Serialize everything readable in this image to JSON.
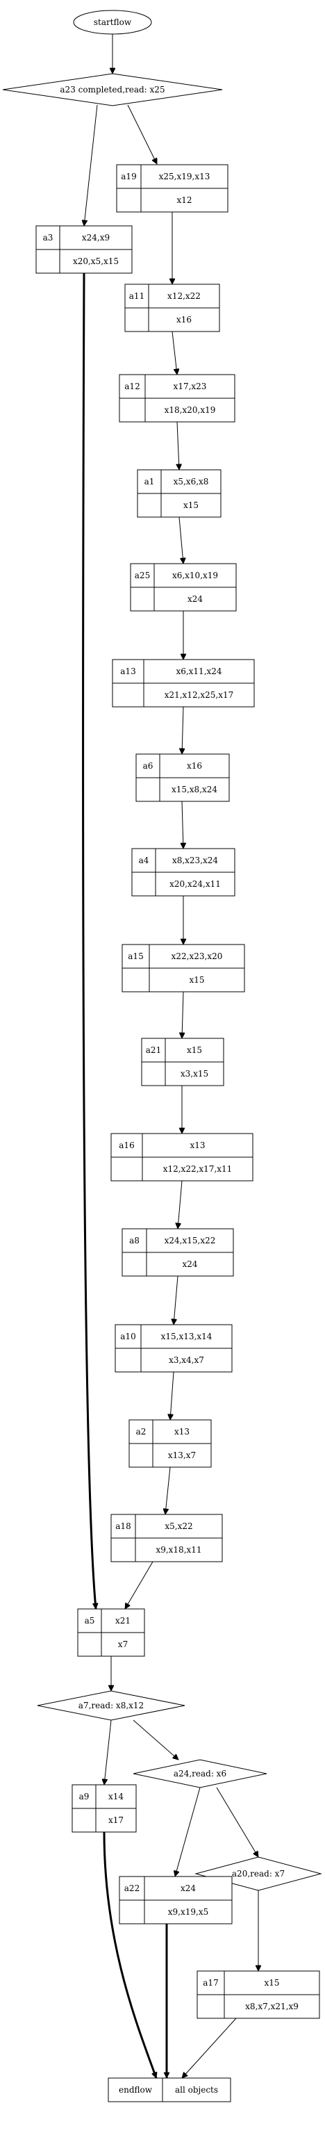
{
  "diagram": {
    "start": "startflow",
    "decisions": {
      "d1": "a23 completed,read: x25",
      "d2": "a7,read: x8,x12",
      "d3": "a24,read: x6",
      "d4": "a20,read: x7"
    },
    "nodes": {
      "a19": {
        "name": "a19",
        "top": "x25,x19,x13",
        "bottom": "x12"
      },
      "a3": {
        "name": "a3",
        "top": "x24,x9",
        "bottom": "x20,x5,x15"
      },
      "a11": {
        "name": "a11",
        "top": "x12,x22",
        "bottom": "x16"
      },
      "a12": {
        "name": "a12",
        "top": "x17,x23",
        "bottom": "x18,x20,x19"
      },
      "a1": {
        "name": "a1",
        "top": "x5,x6,x8",
        "bottom": "x15"
      },
      "a25": {
        "name": "a25",
        "top": "x6,x10,x19",
        "bottom": "x24"
      },
      "a13": {
        "name": "a13",
        "top": "x6,x11,x24",
        "bottom": "x21,x12,x25,x17"
      },
      "a6": {
        "name": "a6",
        "top": "x16",
        "bottom": "x15,x8,x24"
      },
      "a4": {
        "name": "a4",
        "top": "x8,x23,x24",
        "bottom": "x20,x24,x11"
      },
      "a15": {
        "name": "a15",
        "top": "x22,x23,x20",
        "bottom": "x15"
      },
      "a21": {
        "name": "a21",
        "top": "x15",
        "bottom": "x3,x15"
      },
      "a16": {
        "name": "a16",
        "top": "x13",
        "bottom": "x12,x22,x17,x11"
      },
      "a8": {
        "name": "a8",
        "top": "x24,x15,x22",
        "bottom": "x24"
      },
      "a10": {
        "name": "a10",
        "top": "x15,x13,x14",
        "bottom": "x3,x4,x7"
      },
      "a2": {
        "name": "a2",
        "top": "x13",
        "bottom": "x13,x7"
      },
      "a18": {
        "name": "a18",
        "top": "x5,x22",
        "bottom": "x9,x18,x11"
      },
      "a5": {
        "name": "a5",
        "top": "x21",
        "bottom": "x7"
      },
      "a9": {
        "name": "a9",
        "top": "x14",
        "bottom": "x17"
      },
      "a22": {
        "name": "a22",
        "top": "x24",
        "bottom": "x9,x19,x5"
      },
      "a17": {
        "name": "a17",
        "top": "x15",
        "bottom": "x8,x7,x21,x9"
      }
    },
    "end": {
      "left": "endflow",
      "right": "all objects"
    }
  }
}
